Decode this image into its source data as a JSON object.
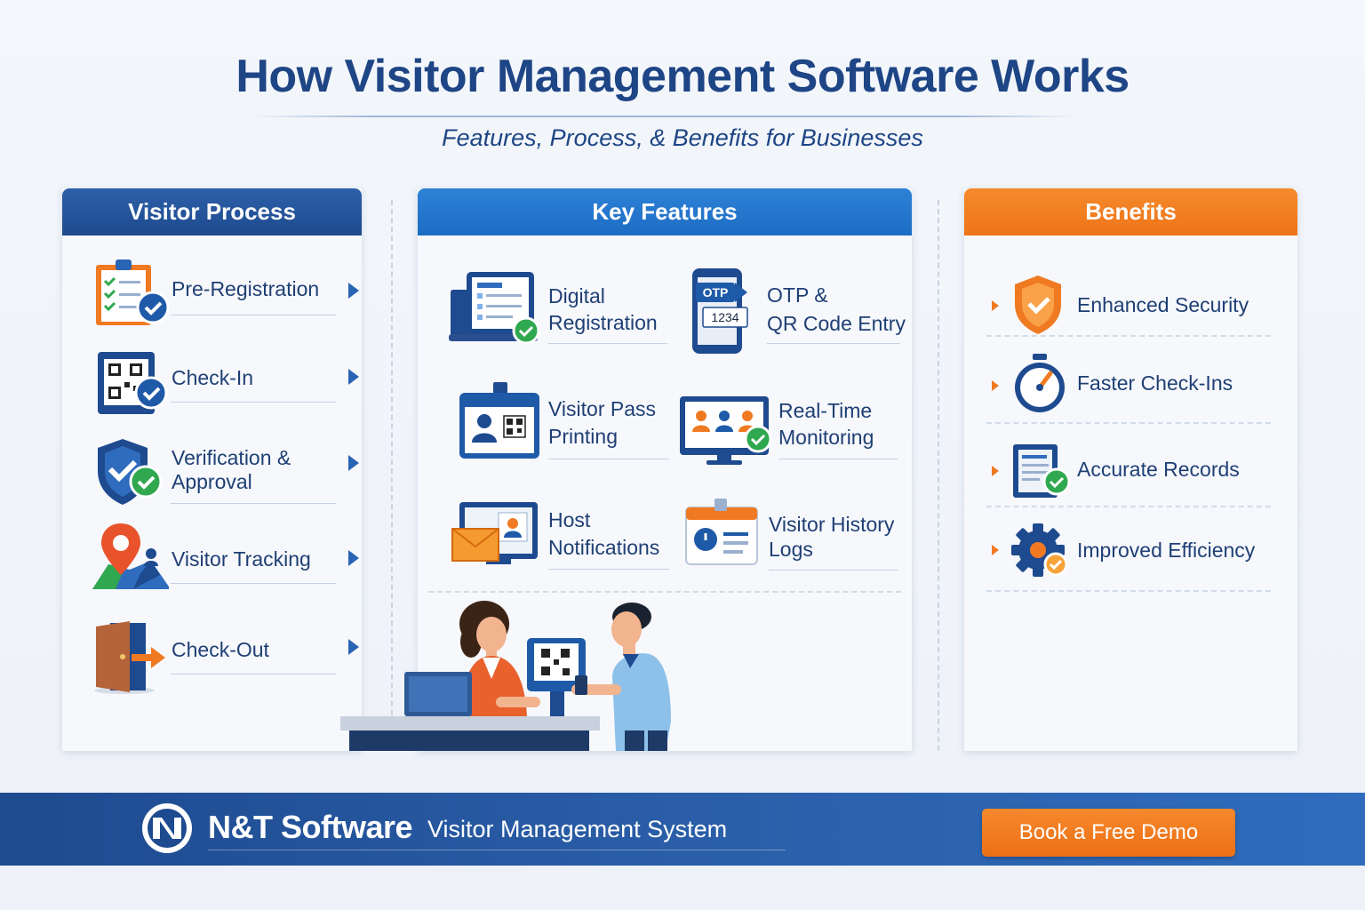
{
  "header": {
    "title": "How Visitor Management Software Works",
    "subtitle": "Features, Process, & Benefits for Businesses"
  },
  "process": {
    "heading": "Visitor Process",
    "items": [
      {
        "label": "Pre-Registration",
        "icon": "clipboard-check-icon"
      },
      {
        "label": "Check-In",
        "icon": "qr-code-check-icon"
      },
      {
        "label": "Verification &",
        "label2": "Approval",
        "icon": "shield-check-icon"
      },
      {
        "label": "Visitor Tracking",
        "icon": "map-pin-icon"
      },
      {
        "label": "Check-Out",
        "icon": "door-exit-icon"
      }
    ]
  },
  "features": {
    "heading": "Key Features",
    "items": [
      {
        "line1": "Digital",
        "line2": "Registration",
        "icon": "laptop-form-icon"
      },
      {
        "line1": "OTP &",
        "line2": "QR Code Entry",
        "icon": "phone-otp-icon",
        "otp_tag": "OTP",
        "otp_code": "1234"
      },
      {
        "line1": "Visitor Pass",
        "line2": "Printing",
        "icon": "id-badge-icon"
      },
      {
        "line1": "Real-Time",
        "line2": "Monitoring",
        "icon": "monitor-people-icon"
      },
      {
        "line1": "Host",
        "line2": "Notifications",
        "icon": "envelope-screen-icon"
      },
      {
        "line1": "Visitor History",
        "line2": "Logs",
        "icon": "calendar-log-icon"
      }
    ]
  },
  "benefits": {
    "heading": "Benefits",
    "items": [
      {
        "label": "Enhanced Security",
        "icon": "shield-icon"
      },
      {
        "label": "Faster Check-Ins",
        "icon": "stopwatch-icon"
      },
      {
        "label": "Accurate Records",
        "icon": "document-check-icon"
      },
      {
        "label": "Improved Efficiency",
        "icon": "gear-check-icon"
      }
    ]
  },
  "footer": {
    "brand": "N&T Software",
    "tagline": "Visitor Management System",
    "cta": "Book a Free Demo"
  },
  "colors": {
    "navy": "#1e4a8f",
    "blue": "#2a64b4",
    "orange": "#f07a22",
    "green": "#2fa84f"
  }
}
